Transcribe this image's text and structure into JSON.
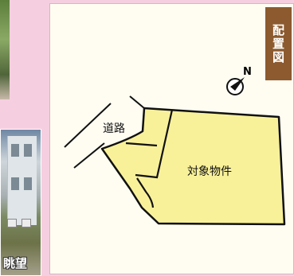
{
  "photo": {
    "caption": "眺望"
  },
  "map": {
    "title": "配置図",
    "road_label": "道路",
    "property_label": "対象物件",
    "north_label": "N",
    "colors": {
      "parcel_fill": "#f8f19a",
      "outline": "#111111",
      "tag": "#8c5a2e",
      "frame": "#f5cfe0"
    }
  }
}
